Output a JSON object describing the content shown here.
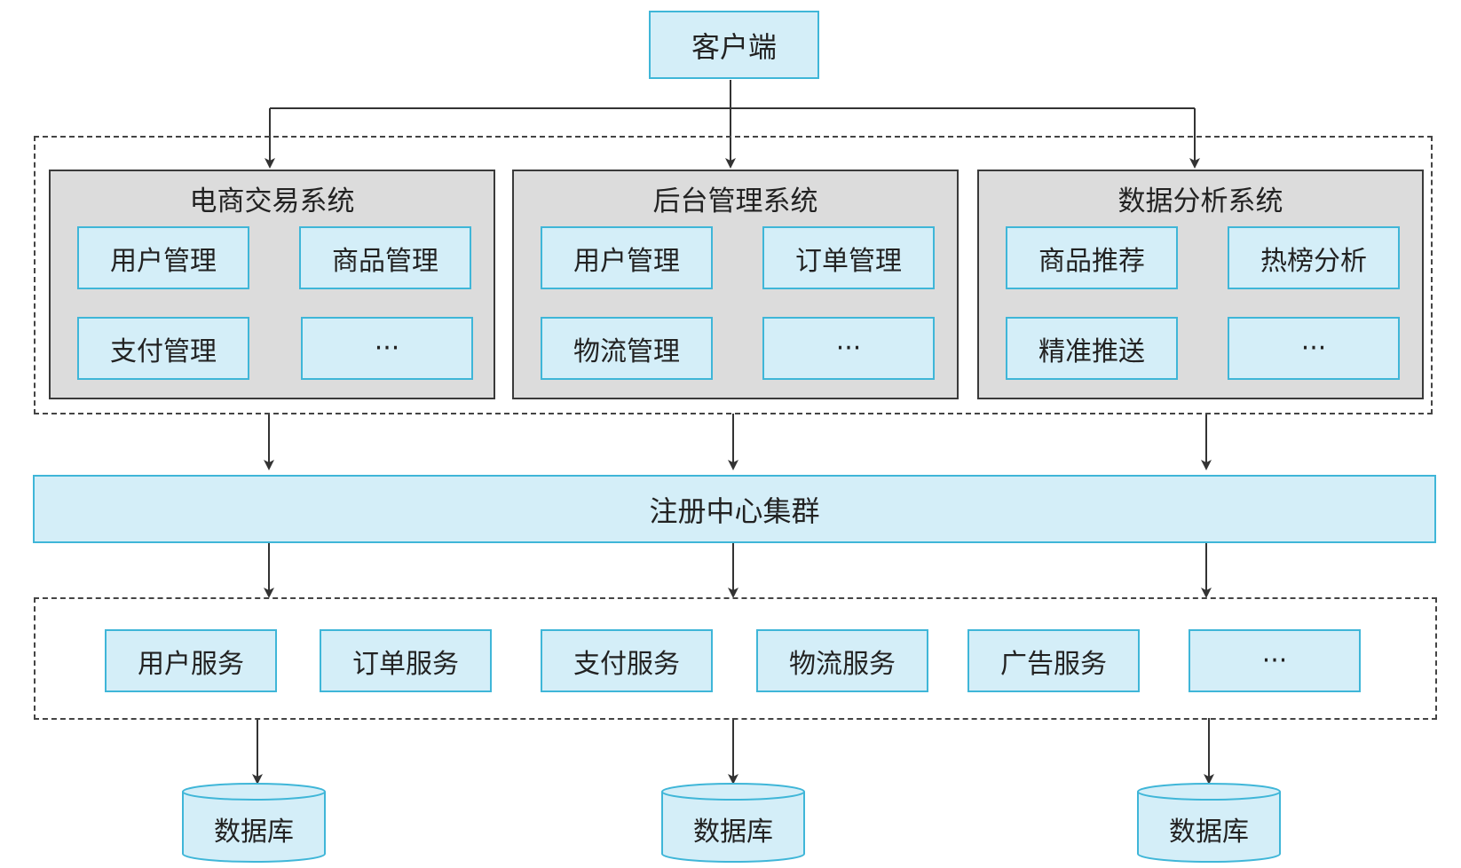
{
  "client": {
    "label": "客户端"
  },
  "systems": [
    {
      "title": "电商交易系统",
      "modules": [
        "用户管理",
        "商品管理",
        "支付管理",
        "···"
      ]
    },
    {
      "title": "后台管理系统",
      "modules": [
        "用户管理",
        "订单管理",
        "物流管理",
        "···"
      ]
    },
    {
      "title": "数据分析系统",
      "modules": [
        "商品推荐",
        "热榜分析",
        "精准推送",
        "···"
      ]
    }
  ],
  "registry": {
    "label": "注册中心集群"
  },
  "services": [
    "用户服务",
    "订单服务",
    "支付服务",
    "物流服务",
    "广告服务",
    "···"
  ],
  "databases": [
    "数据库",
    "数据库",
    "数据库"
  ],
  "colors": {
    "box_fill": "#d4eef8",
    "box_border": "#3fb6d8",
    "group_fill": "#dcdcdc",
    "line": "#333333"
  }
}
